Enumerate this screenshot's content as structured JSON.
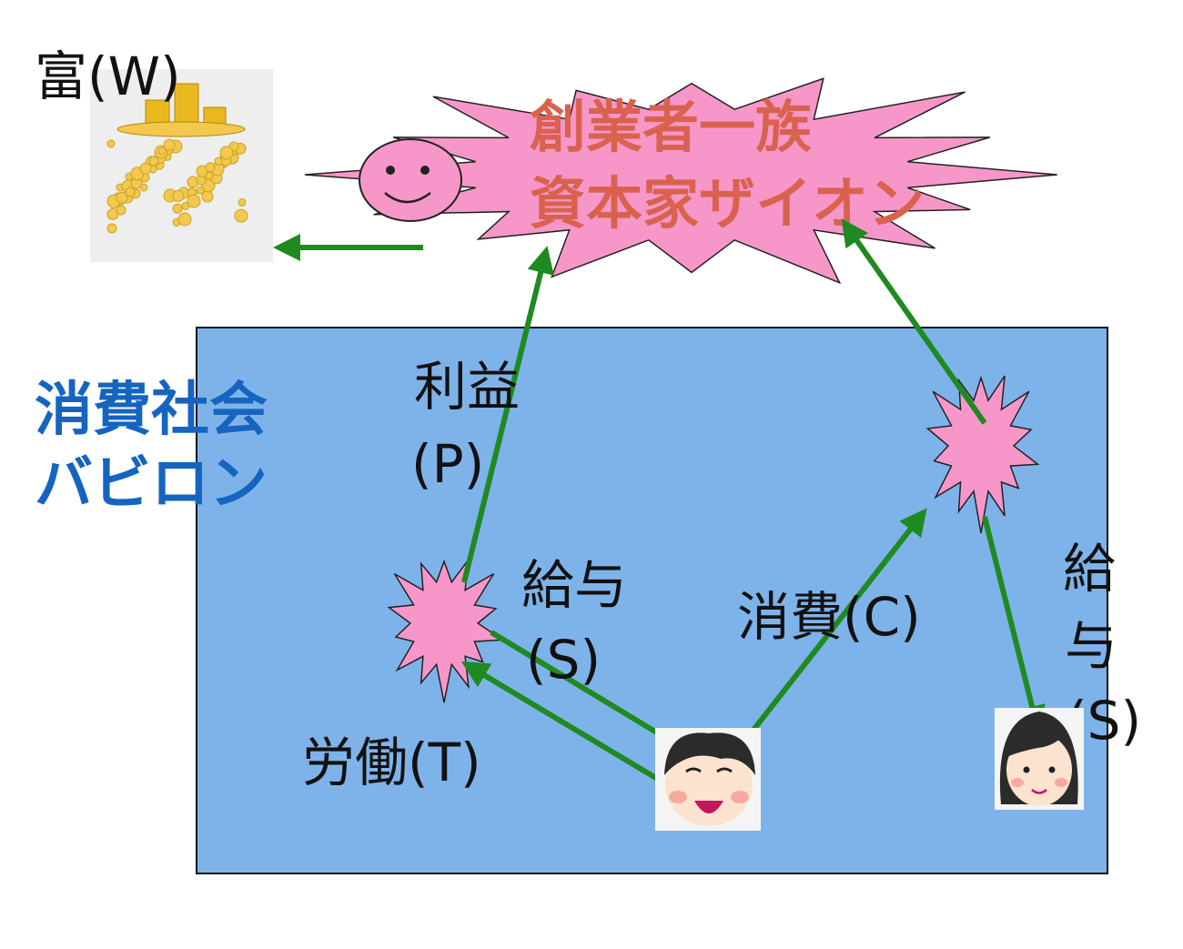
{
  "wealth": {
    "label": "富(W)",
    "icon": "gold-coins-icon"
  },
  "capitalist": {
    "line1": "創業者一族",
    "line2": "資本家ザイオン",
    "face": "smiley-face-icon"
  },
  "society": {
    "line1": "消費社会",
    "line2": "バビロン"
  },
  "flows": {
    "profit_line1": "利益",
    "profit_line2": "(P)",
    "salary_left_line1": "給与",
    "salary_left_line2": "(S)",
    "consumption": "消費(C)",
    "labor": "労働(T)",
    "salary_right_line1": "給",
    "salary_right_line2": "与",
    "salary_right_line3": "(S)"
  },
  "people": {
    "worker": "worker-man-icon",
    "woman": "woman-icon"
  },
  "colors": {
    "society_fill": "#7EB3EA",
    "star_fill": "#F797C9",
    "arrow": "#1F8A1F",
    "capitalist_text": "#D9624F",
    "society_text": "#1565C0",
    "coin": "#E9B81E"
  }
}
